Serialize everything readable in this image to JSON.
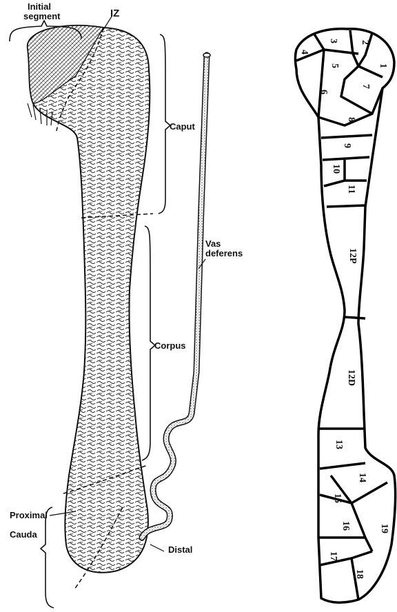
{
  "left_figure": {
    "labels": {
      "initial_segment_line1": "Initial",
      "initial_segment_line2": "segment",
      "iz": "IZ",
      "caput": "Caput",
      "vas_line1": "Vas",
      "vas_line2": "deferens",
      "corpus": "Corpus",
      "proximal": "Proximal",
      "cauda": "Cauda",
      "distal": "Distal"
    }
  },
  "right_figure": {
    "segments": [
      "1",
      "2",
      "3",
      "4",
      "5",
      "6",
      "7",
      "8",
      "9",
      "10",
      "11",
      "12P",
      "12D",
      "13",
      "14",
      "15",
      "16",
      "17",
      "18",
      "19"
    ]
  }
}
